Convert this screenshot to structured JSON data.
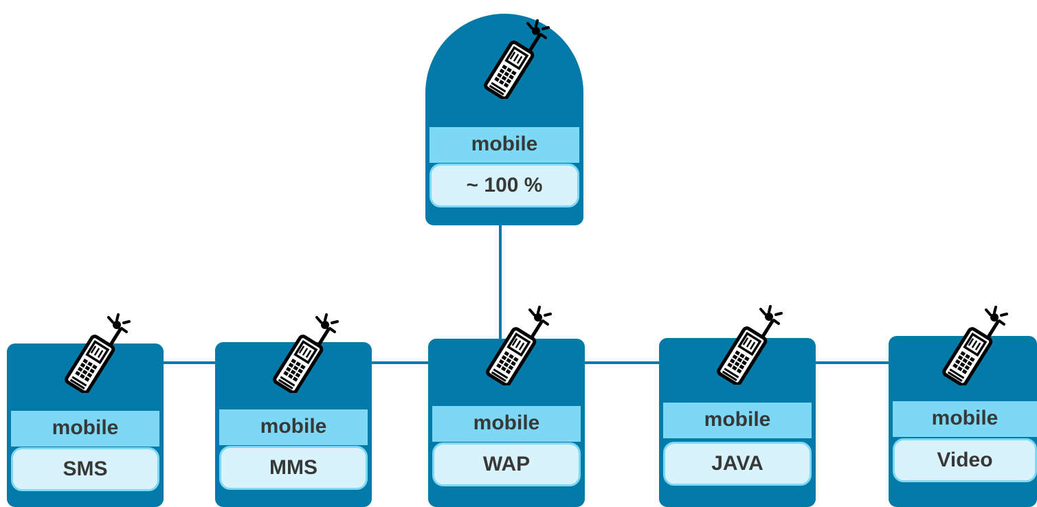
{
  "colors": {
    "node_fill": "#047aa8",
    "label_band": "#7dd8f5",
    "value_box": "#d9f3fc",
    "connector": "#0d7aa5",
    "phone_icon": "#000000"
  },
  "top_node": {
    "icon": "mobile-phone-icon",
    "label": "mobile",
    "value": "~ 100 %"
  },
  "nodes": [
    {
      "icon": "mobile-phone-icon",
      "label": "mobile",
      "value": "SMS"
    },
    {
      "icon": "mobile-phone-icon",
      "label": "mobile",
      "value": "MMS"
    },
    {
      "icon": "mobile-phone-icon",
      "label": "mobile",
      "value": "WAP"
    },
    {
      "icon": "mobile-phone-icon",
      "label": "mobile",
      "value": "JAVA"
    },
    {
      "icon": "mobile-phone-icon",
      "label": "mobile",
      "value": "Video"
    }
  ]
}
